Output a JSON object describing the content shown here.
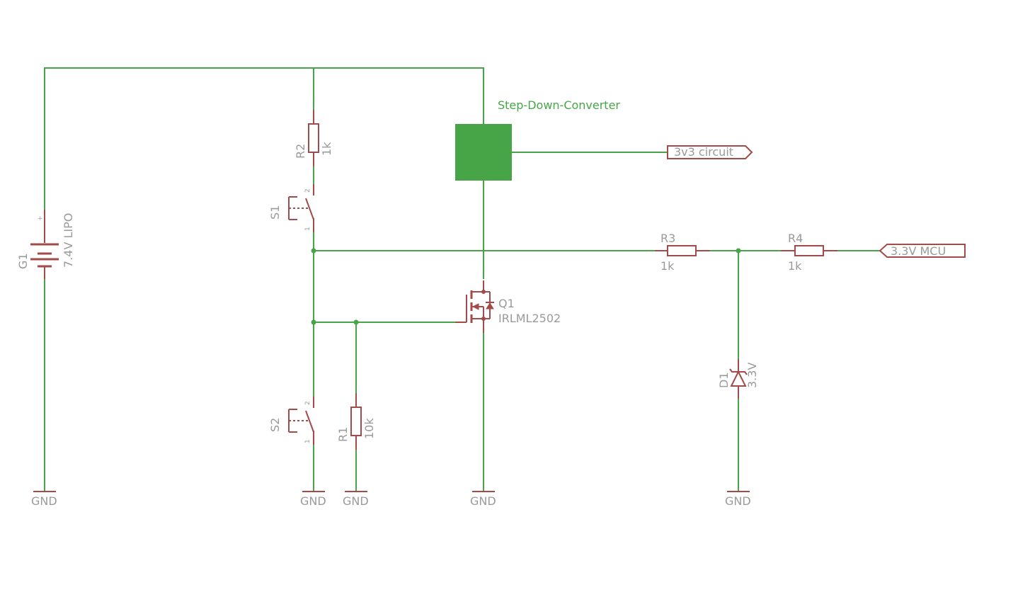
{
  "converter": {
    "label": "Step-Down-Converter"
  },
  "ports": {
    "out_3v3": "3v3 circuit",
    "in_mcu": "3.3V MCU"
  },
  "battery": {
    "ref": "G1",
    "value": "7.4V LIPO",
    "plus": "+"
  },
  "resistors": {
    "r1": {
      "ref": "R1",
      "value": "10k"
    },
    "r2": {
      "ref": "R2",
      "value": "1k"
    },
    "r3": {
      "ref": "R3",
      "value": "1k"
    },
    "r4": {
      "ref": "R4",
      "value": "1k"
    }
  },
  "switches": {
    "s1": {
      "ref": "S1",
      "pin_top": "2",
      "pin_bottom": "1"
    },
    "s2": {
      "ref": "S2",
      "pin_top": "2",
      "pin_bottom": "1"
    }
  },
  "mosfet": {
    "ref": "Q1",
    "value": "IRLML2502"
  },
  "diode": {
    "ref": "D1",
    "value": "3.3V"
  },
  "grounds": [
    "GND",
    "GND",
    "GND",
    "GND",
    "GND"
  ],
  "colors": {
    "wire": "#47a547",
    "symbol": "#a34a4a",
    "label": "#9a9a9a",
    "block": "#47a547"
  }
}
